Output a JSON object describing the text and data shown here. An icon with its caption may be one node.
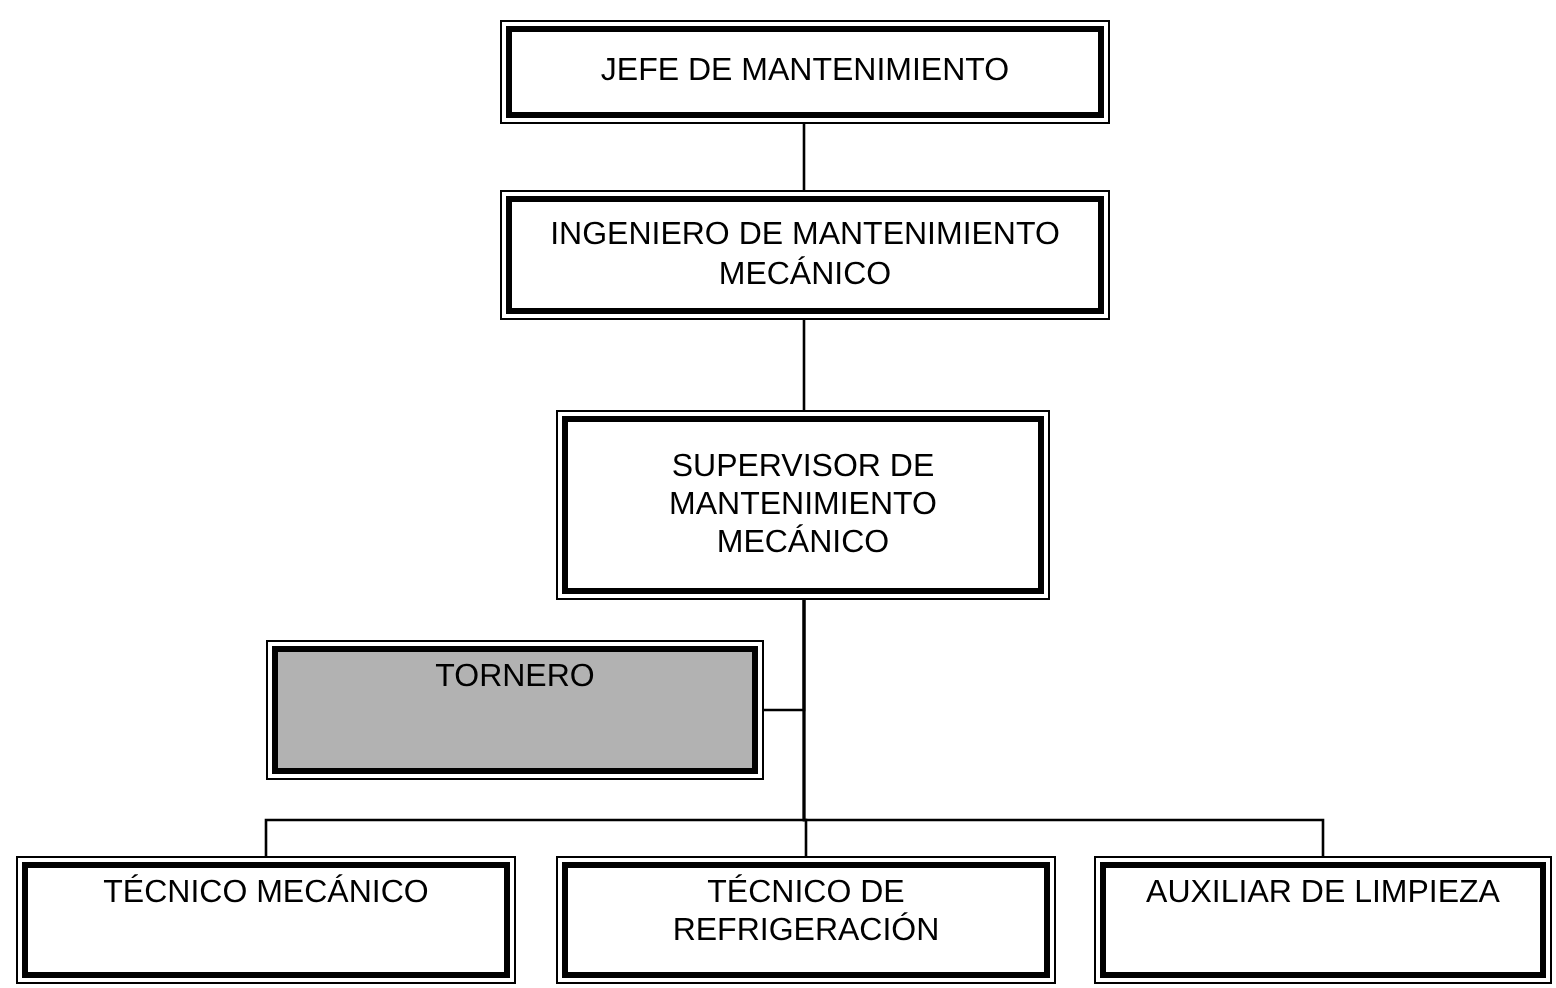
{
  "diagram": {
    "nodes": [
      {
        "text": [
          "JEFE DE MANTENIMIENTO"
        ]
      },
      {
        "text": [
          "INGENIERO DE MANTENIMIENTO MECÁNICO"
        ]
      },
      {
        "text": [
          "SUPERVISOR DE MANTENIMIENTO MECÁNICO"
        ]
      },
      {
        "text": [
          "TORNERO"
        ]
      },
      {
        "text": [
          "TÉCNICO MECÁNICO"
        ]
      },
      {
        "text": [
          "TÉCNICO DE REFRIGERACIÓN"
        ]
      },
      {
        "text": [
          "AUXILIAR DE LIMPIEZA"
        ]
      }
    ],
    "edges": [
      {
        "from": 0,
        "to": 1,
        "arrow": "none"
      },
      {
        "from": 1,
        "to": 2,
        "arrow": "none"
      },
      {
        "from": 2,
        "to": 3,
        "arrow": "none"
      },
      {
        "from": 2,
        "to": 4,
        "arrow": "none"
      },
      {
        "from": 2,
        "to": 5,
        "arrow": "none"
      },
      {
        "from": 2,
        "to": 6,
        "arrow": "none"
      }
    ]
  }
}
